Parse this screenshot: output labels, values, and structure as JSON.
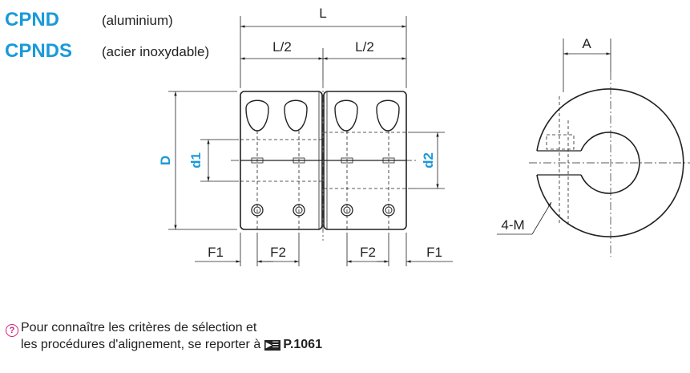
{
  "header": {
    "product_1": "CPND",
    "product_1_desc": "(aluminium)",
    "product_2": "CPNDS",
    "product_2_desc": "(acier inoxydable)"
  },
  "dimensions": {
    "L": "L",
    "L_half_left": "L/2",
    "L_half_right": "L/2",
    "D": "D",
    "d1": "d1",
    "d2": "d2",
    "F1_left": "F1",
    "F2_left": "F2",
    "F2_right": "F2",
    "F1_right": "F1",
    "A": "A",
    "M": "4-M"
  },
  "note": {
    "icon": "tip-icon",
    "line1": "Pour connaître les critères de sélection et",
    "line2": "les procédures d'alignement, se reporter à",
    "ref_icon": "MISUMI-catalog-icon",
    "ref_page": "P.1061"
  },
  "colors": {
    "accent": "#1a9ad9",
    "line": "#222222",
    "tip": "#d0207a"
  }
}
